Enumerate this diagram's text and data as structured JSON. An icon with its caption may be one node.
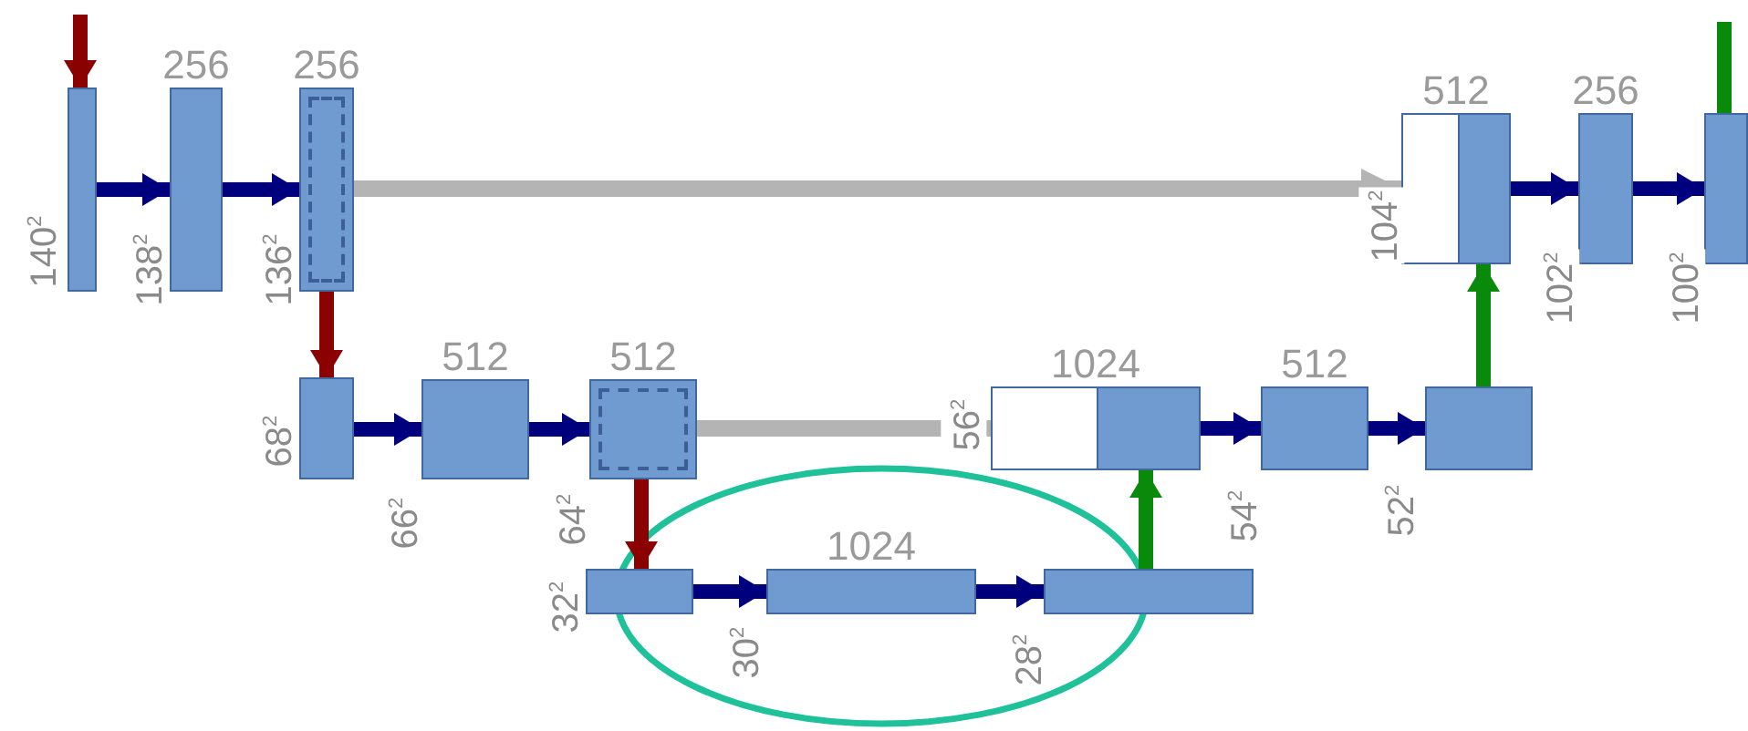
{
  "diagram": {
    "nodes": [
      {
        "text": [],
        "shape": "bar",
        "beside": [
          "140$^{2}$"
        ]
      },
      {
        "text": [
          "256"
        ],
        "beside": [
          "138$^{2}$"
        ]
      },
      {
        "text": [
          "256"
        ],
        "beside": [
          "136$^{2}$"
        ]
      },
      {
        "text": [],
        "shape": "bar",
        "beside": [
          "68$^{2}$"
        ]
      },
      {
        "text": [
          "512"
        ],
        "beside": [
          "66$^{2}$"
        ]
      },
      {
        "text": [
          "512"
        ],
        "beside": [
          "64$^{2}$"
        ]
      },
      {
        "text": [],
        "shape": "bar",
        "beside": [
          "32$^{2}$"
        ]
      },
      {
        "text": [
          "1024"
        ],
        "beside": [
          "30$^{2}$"
        ]
      },
      {
        "text": [],
        "shape": "bar",
        "beside": [
          "28$^{2}$"
        ]
      },
      {
        "text": [
          "1024"
        ],
        "beside": [
          "56$^{2}$"
        ]
      },
      {
        "text": [
          "512"
        ],
        "beside": [
          "54$^{2}$"
        ]
      },
      {
        "text": [],
        "shape": "bar",
        "beside": [
          "52$^{2}$"
        ]
      },
      {
        "text": [
          "512"
        ],
        "beside": [
          "104$^{2}$"
        ]
      },
      {
        "text": [
          "256"
        ],
        "beside": [
          "102$^{2}$"
        ]
      },
      {
        "text": [],
        "shape": "bar",
        "beside": [
          "100$^{2}$"
        ]
      }
    ],
    "edges": [
      {
        "from": null,
        "to": 0,
        "arrow": "to",
        "color": "#8b0000"
      },
      {
        "from": 0,
        "to": 1,
        "arrow": "to"
      },
      {
        "from": 1,
        "to": 2,
        "arrow": "to"
      },
      {
        "from": 2,
        "to": 3,
        "arrow": "to",
        "color": "#8b0000"
      },
      {
        "from": 3,
        "to": 4,
        "arrow": "to"
      },
      {
        "from": 4,
        "to": 5,
        "arrow": "to"
      },
      {
        "from": 5,
        "to": 6,
        "arrow": "to",
        "color": "#8b0000"
      },
      {
        "from": 6,
        "to": 7,
        "arrow": "to"
      },
      {
        "from": 7,
        "to": 8,
        "arrow": "to"
      },
      {
        "from": 8,
        "to": 9,
        "arrow": "to",
        "color": "#0a8a0a"
      },
      {
        "from": 9,
        "to": 10,
        "arrow": "to"
      },
      {
        "from": 10,
        "to": 11,
        "arrow": "to"
      },
      {
        "from": 11,
        "to": 12,
        "arrow": "to",
        "color": "#0a8a0a"
      },
      {
        "from": 12,
        "to": 13,
        "arrow": "to"
      },
      {
        "from": 13,
        "to": 14,
        "arrow": "to"
      },
      {
        "from": 2,
        "to": 12,
        "arrow": "to",
        "color": "#b4b4b4"
      },
      {
        "from": 5,
        "to": 9,
        "arrow": "to",
        "color": "#b4b4b4"
      },
      {
        "from": 14,
        "to": null,
        "arrow": "none",
        "color": "#0a8a0a"
      }
    ]
  }
}
